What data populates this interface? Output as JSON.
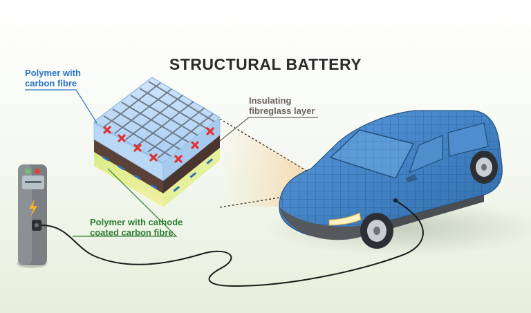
{
  "title": "STRUCTURAL BATTERY",
  "labels": {
    "polymer_carbon": [
      "Polymer with",
      "carbon fibre"
    ],
    "insulating": [
      "Insulating",
      "fibreglass layer"
    ],
    "polymer_cathode": [
      "Polymer with cathode",
      "coated carbon fibre"
    ]
  },
  "colors": {
    "blue_label": "#2a73c8",
    "gray_label": "#6a625a",
    "green_label": "#2e7d32",
    "anode_red": "#e03030",
    "car_body": "#3a7fc1",
    "car_bumper": "#55595e"
  },
  "icons": {
    "charger_bolt": "lightning-bolt-icon"
  }
}
